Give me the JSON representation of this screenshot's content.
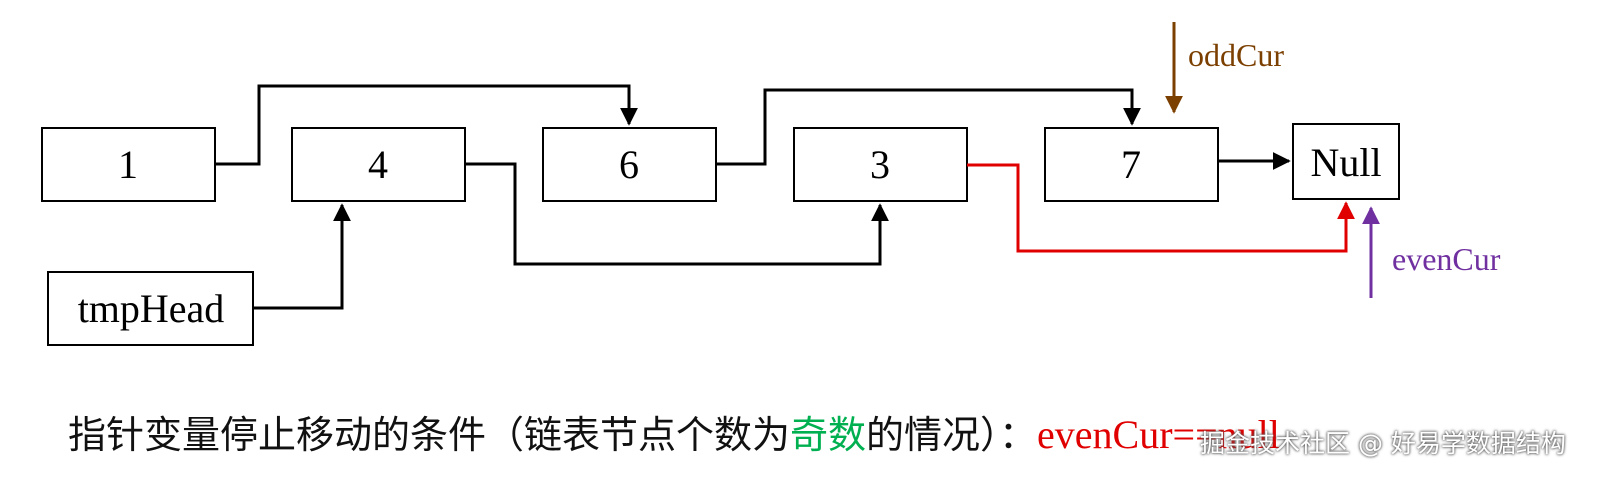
{
  "nodes": {
    "n1": "1",
    "n4": "4",
    "n6": "6",
    "n3": "3",
    "n7": "7",
    "null": "Null",
    "tmp_head": "tmpHead"
  },
  "pointers": {
    "odd_cur": "oddCur",
    "even_cur": "evenCur"
  },
  "caption": {
    "prefix": "指针变量停止移动的条件（链表节点个数为",
    "highlight": "奇数",
    "middle": "的情况）：",
    "condition": "evenCur==null"
  },
  "watermark": "掘金技术社区 @ 好易学数据结构",
  "colors": {
    "odd_cur": "#7b3f00",
    "even_cur": "#7030a0",
    "highlight_edge": "#e00000",
    "highlight_text": "#00b050"
  }
}
